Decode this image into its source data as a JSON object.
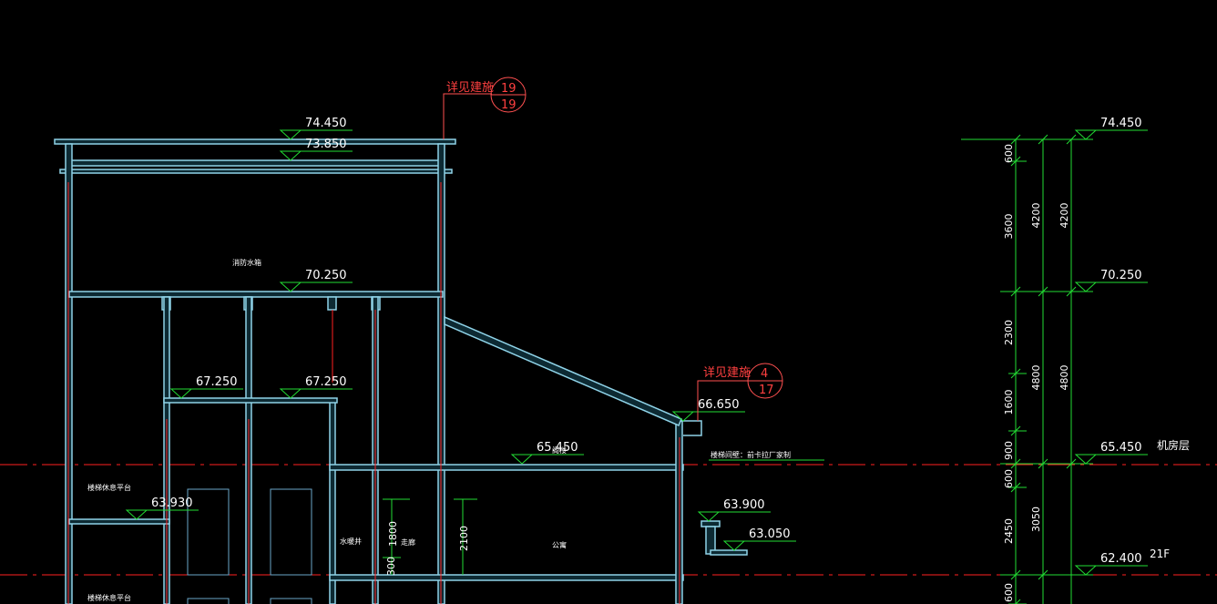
{
  "elevations": {
    "roof_top": "74.450",
    "roof_slab": "73.850",
    "tank_floor": "70.250",
    "mid_left": "67.250",
    "mid_right": "67.250",
    "eave": "66.650",
    "machine_floor": "65.450",
    "platform_left": "63.930",
    "canopy_top": "63.900",
    "canopy_bottom": "63.050"
  },
  "callouts": {
    "detail_1": {
      "label": "详见建施",
      "top": "19",
      "bottom": "19"
    },
    "detail_2": {
      "label": "详见建施",
      "top": "4",
      "bottom": "17"
    }
  },
  "rooms": {
    "fire_tank": "消防水箱",
    "stair_platform_1": "楼梯休息平台",
    "stair_platform_2": "楼梯休息平台",
    "attic": "阁楼",
    "water_well": "水暖井",
    "corridor": "走廊",
    "office": "公寓",
    "note": "楼梯间壁：前卡拉厂家制"
  },
  "dims": {
    "door_1": "1800",
    "door_2": "2100",
    "sill": "300"
  },
  "right_dims": {
    "col1": [
      "600",
      "3600",
      "2300",
      "1600",
      "900",
      "600",
      "2450",
      "600"
    ],
    "col2": [
      "4200",
      "4800",
      "3050"
    ],
    "col3": [
      "4200",
      "4800"
    ]
  },
  "right_levels": {
    "l1": "74.450",
    "l2": "70.250",
    "l3": "65.450",
    "l4": "62.400"
  },
  "floor_labels": {
    "machine_room": "机房层",
    "f21": "21F"
  },
  "colors": {
    "wall": "#8fd3e8",
    "wall_fill": "#0d2a33",
    "dim_green": "#22dd33",
    "red_axis": "#ff2020",
    "text": "#ffffff",
    "callout": "#ff5050"
  }
}
